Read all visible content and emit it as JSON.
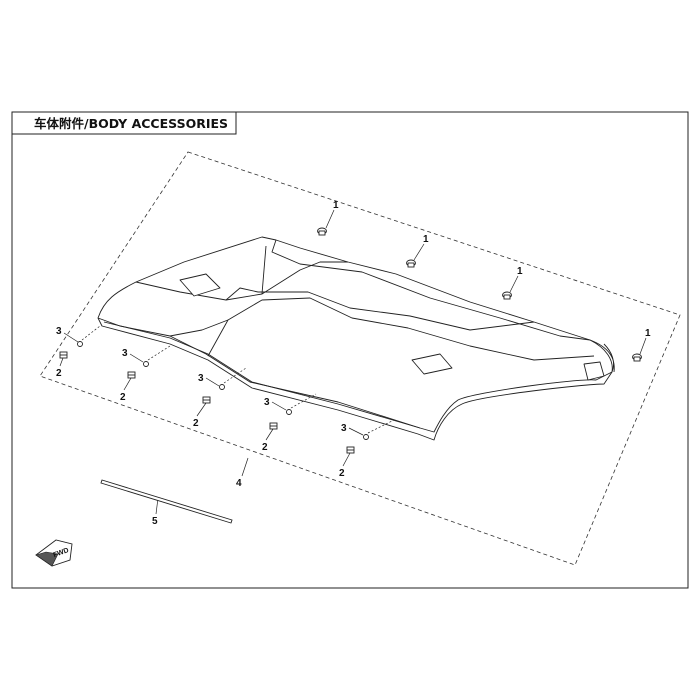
{
  "diagram": {
    "title": "车体附件/BODY ACCESSORIES",
    "fwd_label": "FWD",
    "callouts": [
      {
        "id": "c1a",
        "label": "1"
      },
      {
        "id": "c1b",
        "label": "1"
      },
      {
        "id": "c1c",
        "label": "1"
      },
      {
        "id": "c1d",
        "label": "1"
      },
      {
        "id": "c2a",
        "label": "2"
      },
      {
        "id": "c2b",
        "label": "2"
      },
      {
        "id": "c2c",
        "label": "2"
      },
      {
        "id": "c2d",
        "label": "2"
      },
      {
        "id": "c2e",
        "label": "2"
      },
      {
        "id": "c3a",
        "label": "3"
      },
      {
        "id": "c3b",
        "label": "3"
      },
      {
        "id": "c3c",
        "label": "3"
      },
      {
        "id": "c3d",
        "label": "3"
      },
      {
        "id": "c3e",
        "label": "3"
      },
      {
        "id": "c4",
        "label": "4"
      },
      {
        "id": "c5",
        "label": "5"
      }
    ]
  }
}
